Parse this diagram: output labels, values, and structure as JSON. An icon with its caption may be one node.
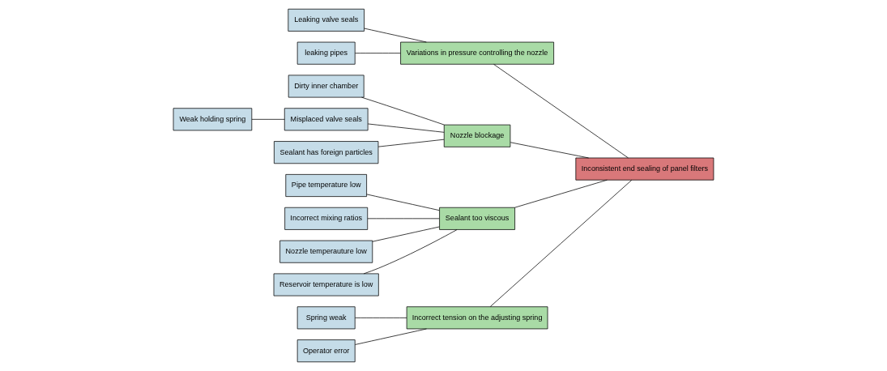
{
  "diagram": {
    "nodes": [
      {
        "text": [
          "Incorrect tension on the adjusting spring"
        ]
      },
      {
        "text": [
          "Variations in pressure controlling the nozzle"
        ]
      },
      {
        "text": [
          "Spring weak"
        ]
      },
      {
        "text": [
          "Operator error"
        ]
      },
      {
        "text": [
          "Leaking valve seals"
        ]
      },
      {
        "text": [
          "leaking pipes"
        ]
      },
      {
        "text": [
          "Inconsistent end sealing of panel filters"
        ]
      },
      {
        "text": [
          "Dirty inner chamber"
        ]
      },
      {
        "text": [
          "Weak holding spring"
        ]
      },
      {
        "text": [
          "Pipe temperature low"
        ]
      },
      {
        "text": [
          "Incorrect mixing ratios"
        ]
      },
      {
        "text": [
          "Misplaced valve seals"
        ]
      },
      {
        "text": [
          "Sealant has foreign particles"
        ]
      },
      {
        "text": [
          "Nozzle temperauture low"
        ]
      },
      {
        "text": [
          "Reservoir temperature is low"
        ]
      },
      {
        "text": [
          "Nozzle blockage"
        ]
      },
      {
        "text": [
          "Sealant too viscous"
        ]
      }
    ],
    "edges": [
      {
        "from": 0,
        "to": 6,
        "arrow": "none"
      },
      {
        "from": 1,
        "to": 6,
        "arrow": "none"
      },
      {
        "from": 15,
        "to": 6,
        "arrow": "none"
      },
      {
        "from": 16,
        "to": 6,
        "arrow": "none"
      },
      {
        "from": 2,
        "to": 0,
        "arrow": "none"
      },
      {
        "from": 3,
        "to": 0,
        "arrow": "none"
      },
      {
        "from": 4,
        "to": 1,
        "arrow": "none"
      },
      {
        "from": 5,
        "to": 1,
        "arrow": "none"
      },
      {
        "from": 7,
        "to": 15,
        "arrow": "none"
      },
      {
        "from": 11,
        "to": 15,
        "arrow": "none"
      },
      {
        "from": 12,
        "to": 15,
        "arrow": "none"
      },
      {
        "from": 8,
        "to": 11,
        "arrow": "none"
      },
      {
        "from": 9,
        "to": 16,
        "arrow": "none"
      },
      {
        "from": 10,
        "to": 16,
        "arrow": "none"
      },
      {
        "from": 13,
        "to": 16,
        "arrow": "none"
      },
      {
        "from": 14,
        "to": 16,
        "arrow": "none"
      }
    ]
  }
}
